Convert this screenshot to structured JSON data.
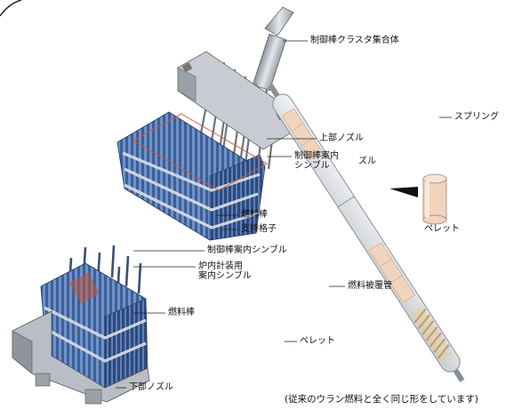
{
  "labels": {
    "control_rod_cluster": "制御棒クラスタ集合体",
    "upper_nozzle": "上部ノズル",
    "control_rod_guide_thimble_upper": "制御棒案内\nシンブル",
    "zuru_fragment": "ズル",
    "fuel_rod_upper": "燃料棒",
    "support_grid": "支持格子",
    "control_rod_guide_thimble_lower": "制御棒案内シンブル",
    "incore_instrument_thimble": "炉内計装用\n案内シンブル",
    "fuel_rod_lower": "燃料棒",
    "lower_nozzle": "下部ノズル",
    "spring": "スプリング",
    "pellet_right": "ペレット",
    "cladding_tube": "燃料被覆管",
    "pellet_lower": "ペレット"
  },
  "caption": "(従来のウラン燃料と全く同じ形をしています)",
  "colors": {
    "rod_blue": "#4a6fa8",
    "rod_dark": "#233a66",
    "nozzle_gray": "#b9bec6",
    "pellet_beige": "#f1d4bd",
    "tube_gray": "#d8dbe0"
  }
}
